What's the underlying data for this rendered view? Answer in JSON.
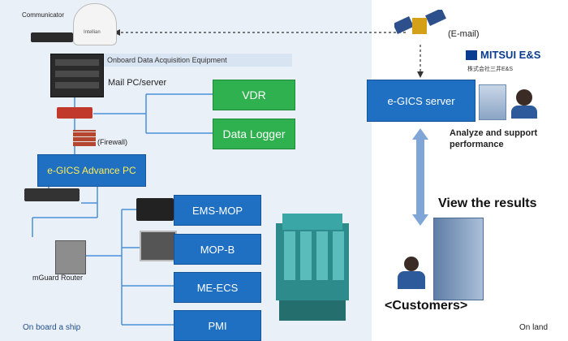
{
  "ship": {
    "communicator_label": "Communicator",
    "acquisition_label": "Onboard Data Acquisition Equipment",
    "mail_pc_label": "Mail PC/server",
    "firewall_label": "(Firewall)",
    "advance_pc_label": "e-GICS Advance PC",
    "router_label": "mGuard Router",
    "footer_label": "On board a ship",
    "dome_text": "Intellian",
    "devices": [
      "VDR",
      "Data Logger"
    ],
    "engine_systems": [
      "EMS-MOP",
      "MOP-B",
      "ME-ECS",
      "PMI"
    ]
  },
  "land": {
    "email_label": "(E-mail)",
    "brand_name": "MITSUI E&S",
    "brand_sub": "株式会社三井E&S",
    "server_label": "e-GICS server",
    "analyze_label_line1": "Analyze and support",
    "analyze_label_line2": "performance",
    "view_results_label": "View the results",
    "customers_label": "<Customers>",
    "footer_label": "On land"
  },
  "colors": {
    "green_box": "#2eb14e",
    "blue_box": "#1f6fc2",
    "link_line": "#4a90d9",
    "ship_bg": "#eaf0f8"
  }
}
